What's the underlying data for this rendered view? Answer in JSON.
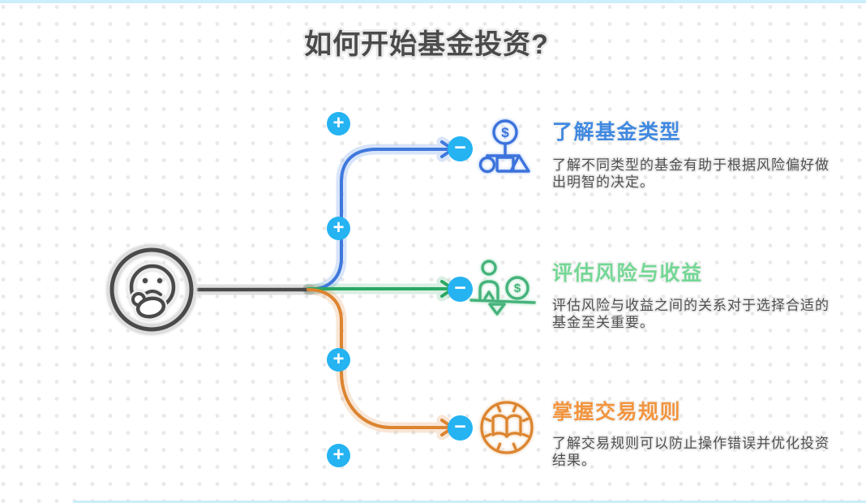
{
  "page": {
    "title": "如何开始基金投资?"
  },
  "controls": {
    "add_glyph": "+",
    "collapse_glyph": "−"
  },
  "root": {
    "icon": "thinking-face-icon"
  },
  "branches": [
    {
      "id": "fund-types",
      "title": "了解基金类型",
      "description": "了解不同类型的基金有助于根据风险偏好做\n出明智的决定。",
      "color": "#3e78dc",
      "title_color": "#4189e0",
      "icon": "org-chart-dollar-icon"
    },
    {
      "id": "risk-return",
      "title": "评估风险与收益",
      "description": "评估风险与收益之间的关系对于选择合适的\n基金至关重要。",
      "color": "#2aa763",
      "title_color": "#74d795",
      "icon": "person-dollar-balance-icon"
    },
    {
      "id": "trading-rules",
      "title": "掌握交易规则",
      "description": "了解交易规则可以防止操作错误并优化投资\n结果。",
      "color": "#dc8430",
      "title_color": "#f2953f",
      "icon": "book-compass-icon"
    }
  ],
  "theme": {
    "background_pattern": "dot-grid",
    "dot_color": "#e9e9e9",
    "edge_highlight_color": "#cdeefb",
    "root_color": "#4a4a4a",
    "button_color": "#25b3f2",
    "text_color": "#4f4f4f"
  }
}
